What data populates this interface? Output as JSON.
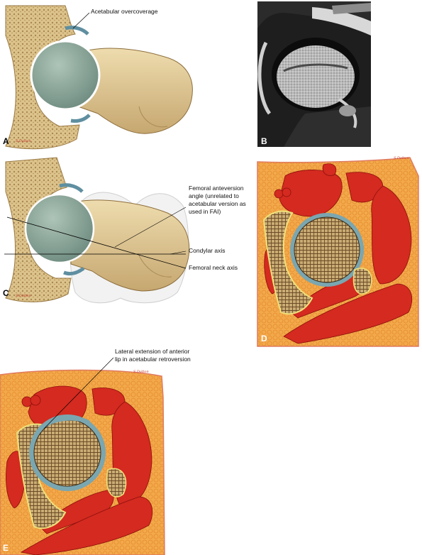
{
  "panels": {
    "A": {
      "label": "A"
    },
    "B": {
      "label": "B"
    },
    "C": {
      "label": "C"
    },
    "D": {
      "label": "D"
    },
    "E": {
      "label": "E"
    }
  },
  "annotations": {
    "acetabular_overcoverage": "Acetabular overcoverage",
    "anteversion_line1": "Femoral anteversion",
    "anteversion_line2": "angle (unrelated to",
    "anteversion_line3": "acetabular version as",
    "anteversion_line4": "used in FAI)",
    "condylar_axis": "Condylar axis",
    "femoral_neck_axis": "Femoral neck axis",
    "lateral_ext_line1": "Lateral extension of anterior",
    "lateral_ext_line2": "lip in acetabular retroversion"
  },
  "signatures": {
    "a": "S.Dalton",
    "c": "S.Dalton",
    "d": "S.Dalton",
    "e": "S.Dalton"
  },
  "colors": {
    "bone": "#d9c28a",
    "cartilage": "#8aa79a",
    "muscle": "#d42a20",
    "fat": "#f2a545",
    "mri_dark": "#151515"
  }
}
